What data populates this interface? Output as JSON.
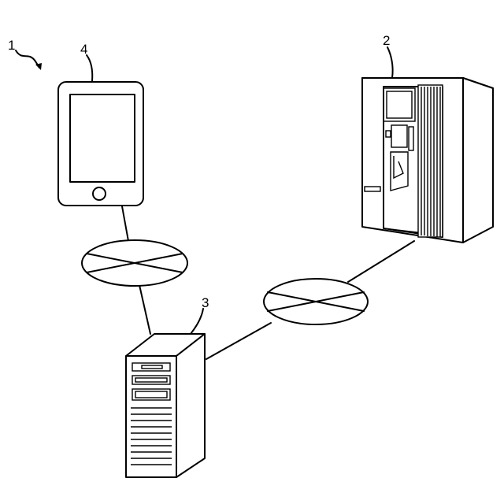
{
  "labels": {
    "system": "1",
    "booth": "2",
    "server": "3",
    "tablet": "4"
  },
  "colors": {
    "line": "#000000",
    "background": "#ffffff"
  }
}
